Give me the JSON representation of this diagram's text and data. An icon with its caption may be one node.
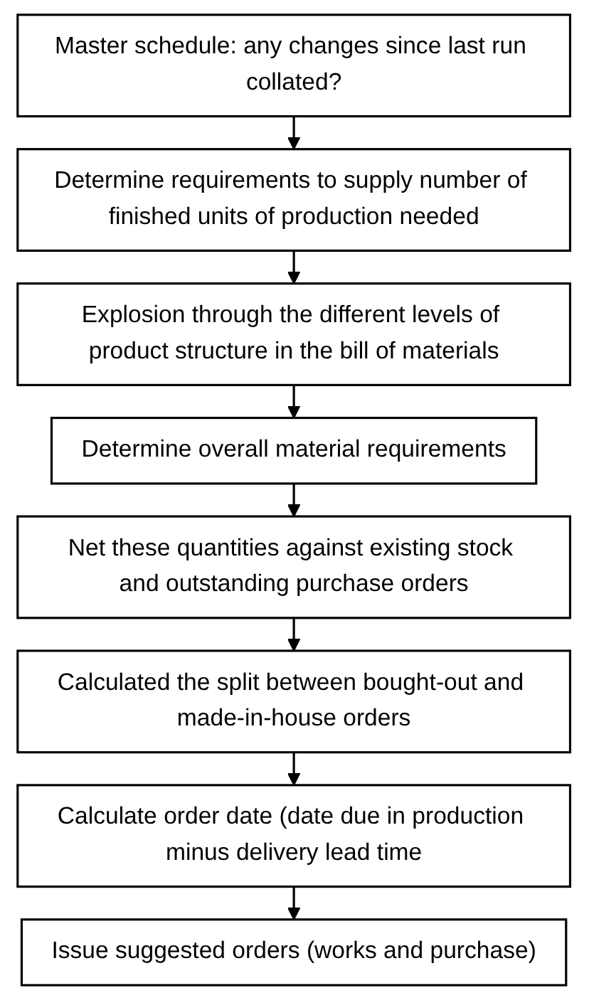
{
  "diagram": {
    "nodes": [
      {
        "text": [
          "Master schedule: any changes since last run collated?"
        ]
      },
      {
        "text": [
          "Determine requirements to supply number of finished units of production needed"
        ]
      },
      {
        "text": [
          "Explosion through the different levels of product structure in the bill of materials"
        ]
      },
      {
        "text": [
          "Determine overall material requirements"
        ]
      },
      {
        "text": [
          "Net these quantities against existing stock and outstanding purchase orders"
        ]
      },
      {
        "text": [
          "Calculated the split between bought-out and made-in-house orders"
        ]
      },
      {
        "text": [
          "Calculate order date (date due in production minus delivery lead time"
        ]
      },
      {
        "text": [
          "Issue suggested orders (works and purchase)"
        ]
      }
    ],
    "edges": [
      {
        "from": 0,
        "to": 1,
        "arrow": "to"
      },
      {
        "from": 1,
        "to": 2,
        "arrow": "to"
      },
      {
        "from": 2,
        "to": 3,
        "arrow": "to"
      },
      {
        "from": 3,
        "to": 4,
        "arrow": "to"
      },
      {
        "from": 4,
        "to": 5,
        "arrow": "to"
      },
      {
        "from": 5,
        "to": 6,
        "arrow": "to"
      },
      {
        "from": 6,
        "to": 7,
        "arrow": "to"
      }
    ]
  }
}
